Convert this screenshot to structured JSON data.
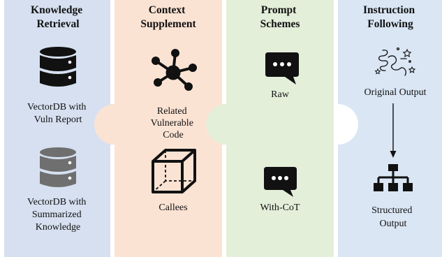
{
  "colors": {
    "retrieval_panel": "#d6e0f0",
    "context_panel": "#fbe3d4",
    "prompt_panel": "#e4efda",
    "instruction_panel": "#dae6f4",
    "icon_dark": "#111111",
    "db_gray": "#6f6f6f"
  },
  "panels": [
    {
      "title_lines": [
        "Knowledge",
        "Retrieval"
      ],
      "items": [
        {
          "icon": "database-icon",
          "label_lines": [
            "VectorDB with",
            "Vuln Report"
          ]
        },
        {
          "icon": "database-gray-icon",
          "label_lines": [
            "VectorDB with",
            "Summarized",
            "Knowledge"
          ]
        }
      ]
    },
    {
      "title_lines": [
        "Context",
        "Supplement"
      ],
      "items": [
        {
          "icon": "graph-network-icon",
          "label_lines": [
            "Related",
            "Vulnerable",
            "Code"
          ]
        },
        {
          "icon": "cube-icon",
          "label_lines": [
            "Callees"
          ]
        }
      ]
    },
    {
      "title_lines": [
        "Prompt",
        "Schemes"
      ],
      "items": [
        {
          "icon": "chat-bubble-icon",
          "label_lines": [
            "Raw"
          ]
        },
        {
          "icon": "chat-bubble-gray-icon",
          "label_lines": [
            "With-CoT"
          ]
        }
      ]
    },
    {
      "title_lines": [
        "Instruction",
        "Following"
      ],
      "items": [
        {
          "icon": "scribble-stars-icon",
          "label_lines": [
            "Original Output"
          ]
        },
        {
          "icon": "hierarchy-tree-icon",
          "label_lines": [
            "Structured",
            "Output"
          ]
        }
      ]
    }
  ]
}
